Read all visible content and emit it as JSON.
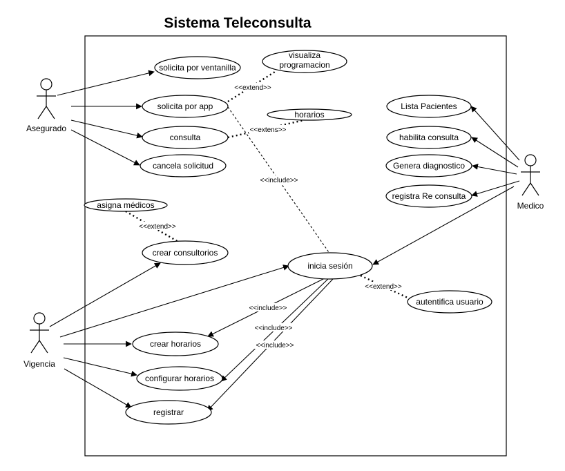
{
  "title": "Sistema Teleconsulta",
  "actors": {
    "asegurado": "Asegurado",
    "vigencia": "Vigencia",
    "medico": "Medico"
  },
  "use_cases": {
    "solicita_ventanilla": "solicita por ventanilla",
    "solicita_app": "solicita por app",
    "consulta": "consulta",
    "cancela_solicitud": "cancela solicitud",
    "visualiza_line1": "visualiza",
    "visualiza_line2": "programacion",
    "horarios": "horarios",
    "asigna_medicos": "asigna médicos",
    "crear_consultorios": "crear  consultorios",
    "inicia_sesion": "inicia sesión",
    "autentifica_usuario": "autentifica usuario",
    "crear_horarios": "crear horarios",
    "configurar_horarios": "configurar horarios",
    "registrar": "registrar",
    "lista_pacientes": "Lista Pacientes",
    "habilita_consulta": "habilita consulta",
    "genera_diagnostico": "Genera diagnostico",
    "registra_reconsulta": "registra Re consulta"
  },
  "stereotypes": {
    "extend_visualiza": "<<extend>>",
    "extens_horarios": "<<extens>>",
    "include_app": "<<include>>",
    "extend_asigna": "<<extend>>",
    "extend_autentifica": "<<extend>>",
    "include_crear_horarios": "<<include>>",
    "include_configurar": "<<include>>",
    "include_registrar": "<<include>>"
  }
}
